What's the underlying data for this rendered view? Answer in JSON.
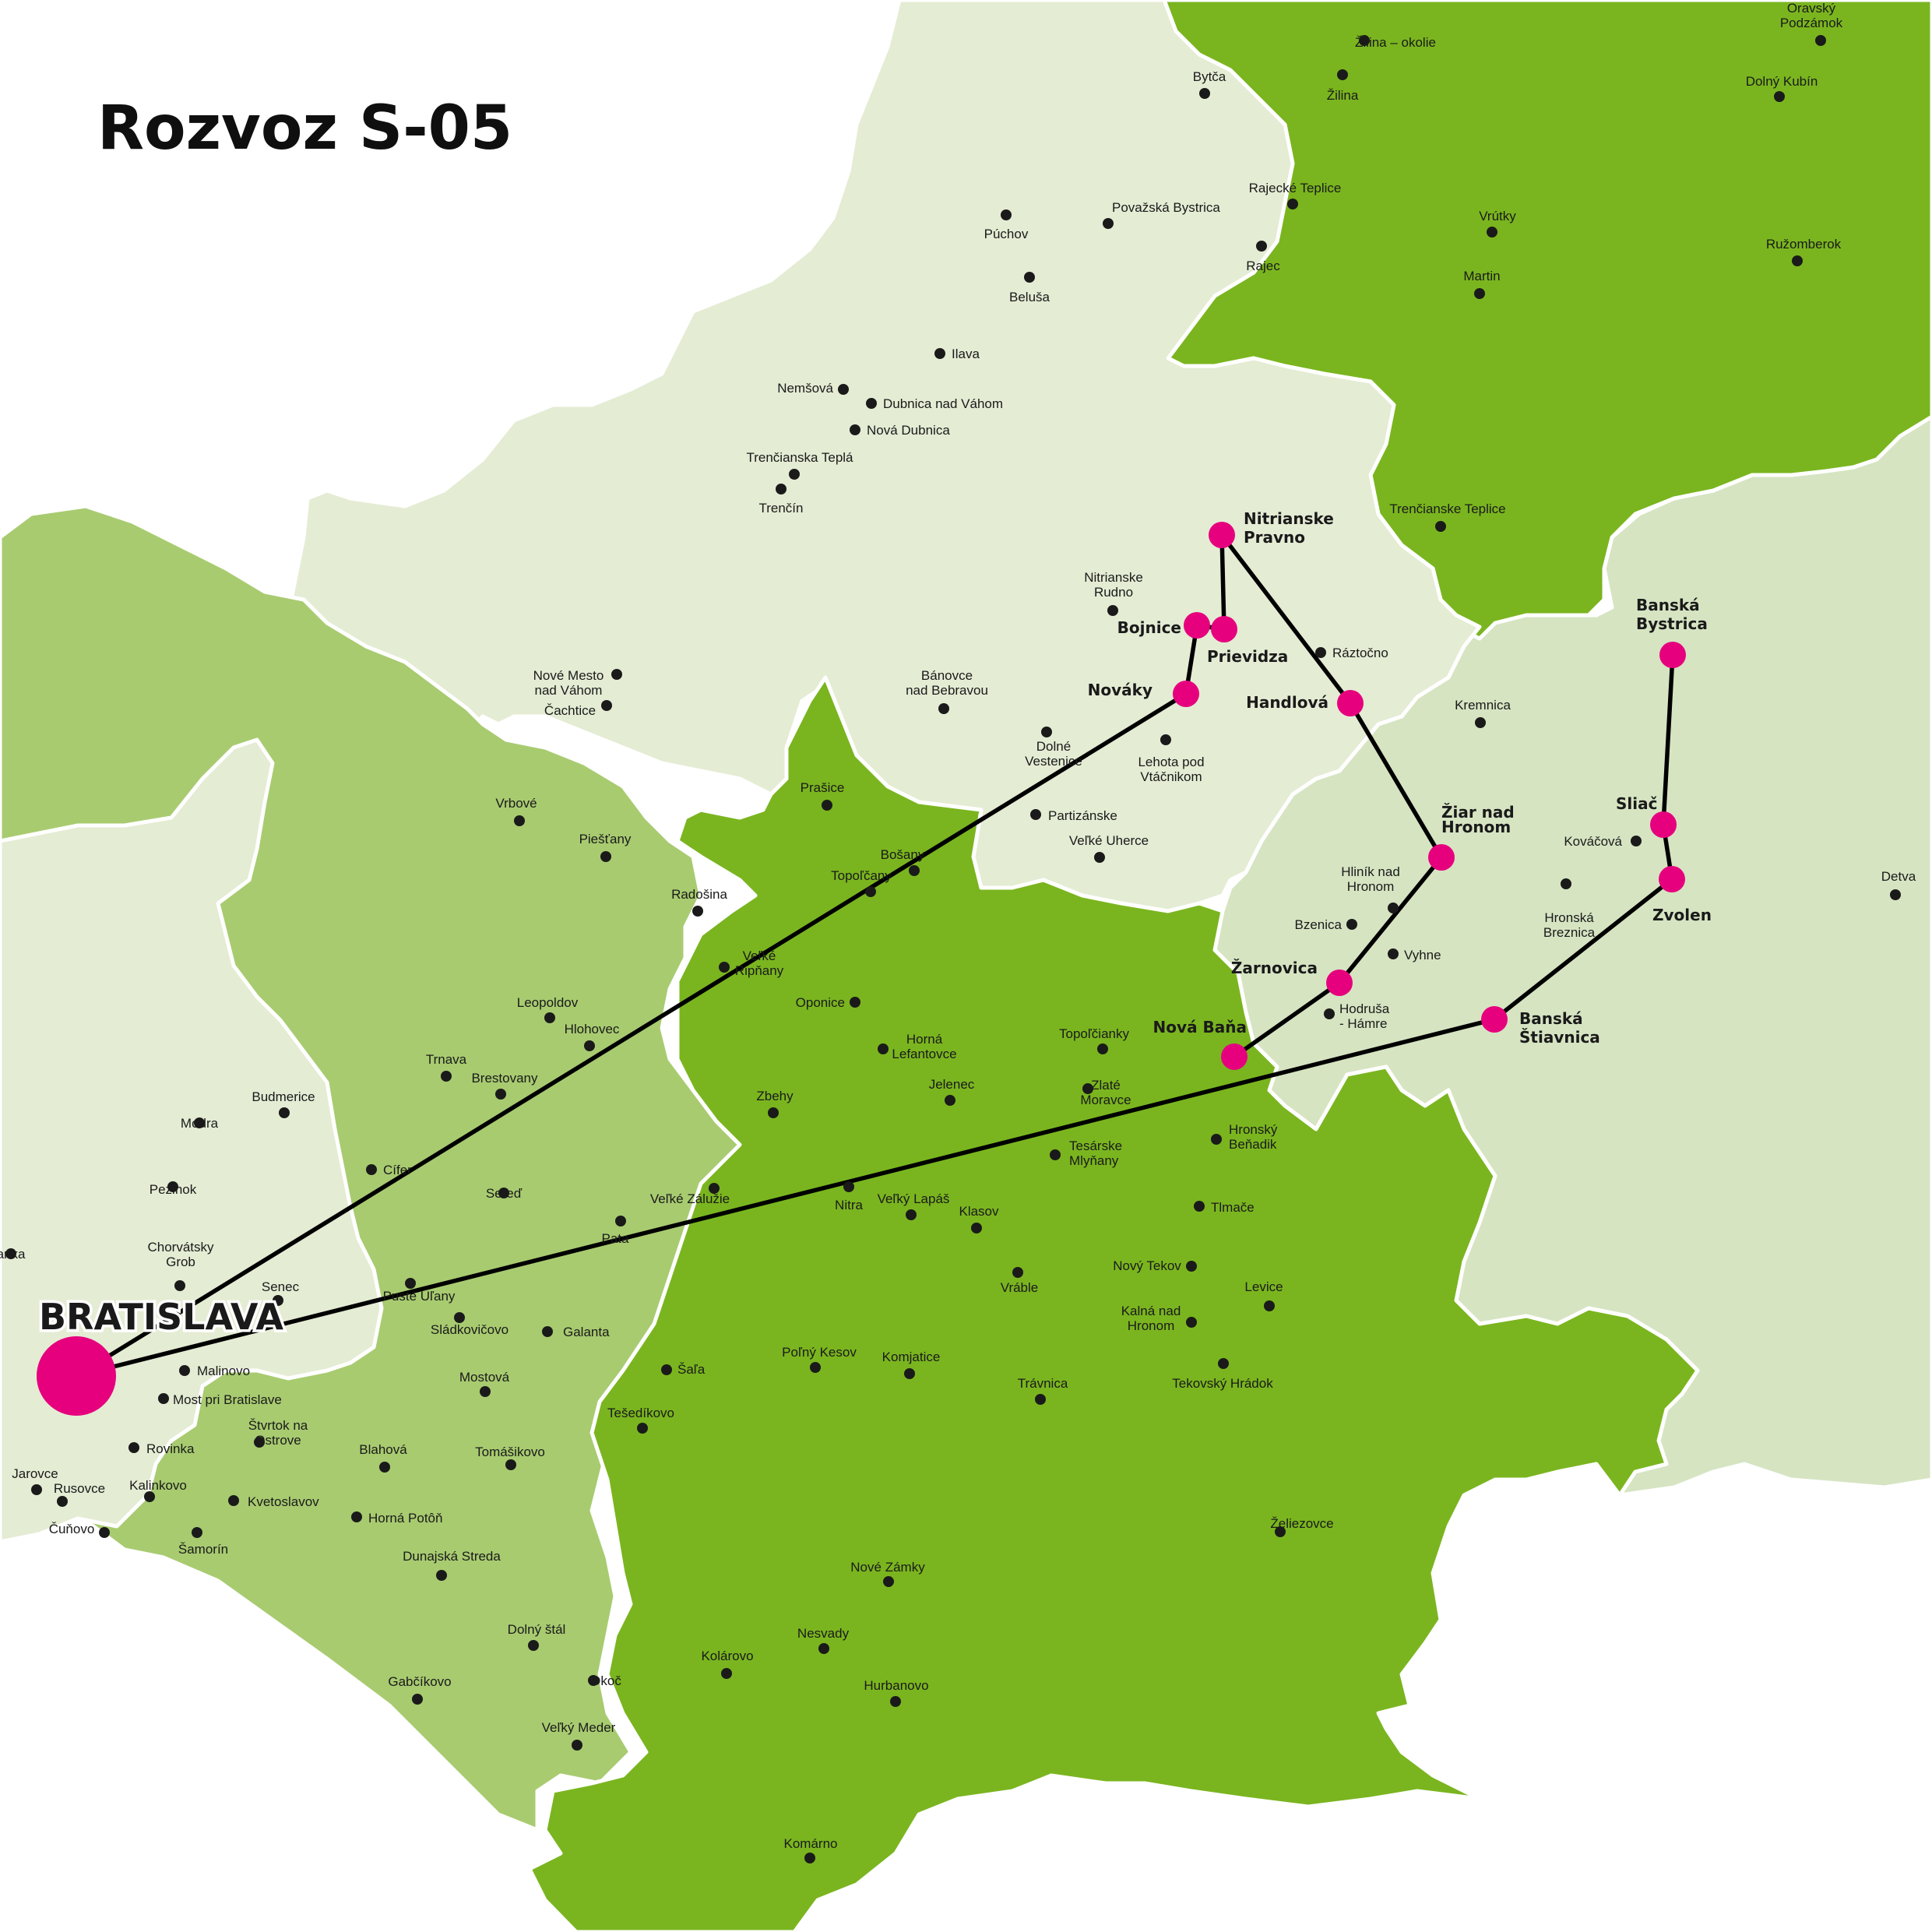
{
  "title": "Rozvoz S-05",
  "colors": {
    "light": "#e4ecd4",
    "pale": "#d6e4c2",
    "mid": "#a8cb70",
    "dark": "#7ab51f",
    "stop": "#e6007e",
    "route": "#000000"
  },
  "hub": {
    "name": "BRATISLAVA"
  },
  "stops": [
    {
      "name": "Nitrianske Pravno",
      "lines": [
        "Nitrianske",
        "Pravno"
      ]
    },
    {
      "name": "Bojnice",
      "lines": [
        "Bojnice"
      ]
    },
    {
      "name": "Prievidza",
      "lines": [
        "Prievidza"
      ]
    },
    {
      "name": "Nováky",
      "lines": [
        "Nováky"
      ]
    },
    {
      "name": "Handlová",
      "lines": [
        "Handlová"
      ]
    },
    {
      "name": "Žiar nad Hronom",
      "lines": [
        "Žiar nad",
        "Hronom"
      ]
    },
    {
      "name": "Žarnovica",
      "lines": [
        "Žarnovica"
      ]
    },
    {
      "name": "Nová Baňa",
      "lines": [
        "Nová Baňa"
      ]
    },
    {
      "name": "Banská Štiavnica",
      "lines": [
        "Banská",
        "Štiavnica"
      ]
    },
    {
      "name": "Zvolen",
      "lines": [
        "Zvolen"
      ]
    },
    {
      "name": "Sliač",
      "lines": [
        "Sliač"
      ]
    },
    {
      "name": "Banská Bystrica",
      "lines": [
        "Banská",
        "Bystrica"
      ]
    }
  ],
  "route": {
    "legs": [
      [
        "BRATISLAVA",
        "Nováky",
        "Bojnice",
        "Prievidza",
        "Nitrianske Pravno",
        "Handlová",
        "Žiar nad Hronom",
        "Žarnovica",
        "Nová Baňa"
      ],
      [
        "BRATISLAVA",
        "Banská Štiavnica",
        "Zvolen",
        "Sliač",
        "Banská Bystrica"
      ]
    ]
  },
  "towns": [
    {
      "lines": [
        "Oravský",
        "Podzámok"
      ]
    },
    {
      "lines": [
        "Žilina – okolie"
      ]
    },
    {
      "lines": [
        "Žilina"
      ]
    },
    {
      "lines": [
        "Bytča"
      ]
    },
    {
      "lines": [
        "Dolný Kubín"
      ]
    },
    {
      "lines": [
        "Považská Bystrica"
      ]
    },
    {
      "lines": [
        "Púchov"
      ]
    },
    {
      "lines": [
        "Rajecké Teplice"
      ]
    },
    {
      "lines": [
        "Rajec"
      ]
    },
    {
      "lines": [
        "Vrútky"
      ]
    },
    {
      "lines": [
        "Martin"
      ]
    },
    {
      "lines": [
        "Ružomberok"
      ]
    },
    {
      "lines": [
        "Beluša"
      ]
    },
    {
      "lines": [
        "Ilava"
      ]
    },
    {
      "lines": [
        "Nemšová"
      ]
    },
    {
      "lines": [
        "Dubnica nad Váhom"
      ]
    },
    {
      "lines": [
        "Nová Dubnica"
      ]
    },
    {
      "lines": [
        "Trenčianska Teplá"
      ]
    },
    {
      "lines": [
        "Trenčín"
      ]
    },
    {
      "lines": [
        "Trenčianske Teplice"
      ]
    },
    {
      "lines": [
        "Nitrianske",
        "Rudno"
      ]
    },
    {
      "lines": [
        "Ráztočno"
      ]
    },
    {
      "lines": [
        "Nové Mesto",
        "nad Váhom"
      ]
    },
    {
      "lines": [
        "Čachtice"
      ]
    },
    {
      "lines": [
        "Bánovce",
        "nad Bebravou"
      ]
    },
    {
      "lines": [
        "Kremnica"
      ]
    },
    {
      "lines": [
        "Dolné",
        "Vestenice"
      ]
    },
    {
      "lines": [
        "Lehota pod",
        "Vtáčnikom"
      ]
    },
    {
      "lines": [
        "Partizánske"
      ]
    },
    {
      "lines": [
        "Veľké Uherce"
      ]
    },
    {
      "lines": [
        "Kováčová"
      ]
    },
    {
      "lines": [
        "Hronská",
        "Breznica"
      ]
    },
    {
      "lines": [
        "Detva"
      ]
    },
    {
      "lines": [
        "Hliník nad",
        "Hronom"
      ]
    },
    {
      "lines": [
        "Bzenica"
      ]
    },
    {
      "lines": [
        "Vyhne"
      ]
    },
    {
      "lines": [
        "Hodruša",
        "- Hámre"
      ]
    },
    {
      "lines": [
        "Vrbové"
      ]
    },
    {
      "lines": [
        "Prašice"
      ]
    },
    {
      "lines": [
        "Piešťany"
      ]
    },
    {
      "lines": [
        "Bošany"
      ]
    },
    {
      "lines": [
        "Topoľčany"
      ]
    },
    {
      "lines": [
        "Radošina"
      ]
    },
    {
      "lines": [
        "Veľké",
        "Ripňany"
      ]
    },
    {
      "lines": [
        "Oponice"
      ]
    },
    {
      "lines": [
        "Leopoldov"
      ]
    },
    {
      "lines": [
        "Hlohovec"
      ]
    },
    {
      "lines": [
        "Trnava"
      ]
    },
    {
      "lines": [
        "Brestovany"
      ]
    },
    {
      "lines": [
        "Horná",
        "Lefantovce"
      ]
    },
    {
      "lines": [
        "Topoľčianky"
      ]
    },
    {
      "lines": [
        "Jelenec"
      ]
    },
    {
      "lines": [
        "Zlaté",
        "Moravce"
      ]
    },
    {
      "lines": [
        "Zbehy"
      ]
    },
    {
      "lines": [
        "Budmerice"
      ]
    },
    {
      "lines": [
        "Modra"
      ]
    },
    {
      "lines": [
        "Cífer"
      ]
    },
    {
      "lines": [
        "Hronský",
        "Beňadik"
      ]
    },
    {
      "lines": [
        "Tesárske",
        "Mlyňany"
      ]
    },
    {
      "lines": [
        "Pezinok"
      ]
    },
    {
      "lines": [
        "Sereď"
      ]
    },
    {
      "lines": [
        "Veľké Zálužie"
      ]
    },
    {
      "lines": [
        "Nitra"
      ]
    },
    {
      "lines": [
        "Veľký Lapáš"
      ]
    },
    {
      "lines": [
        "Klasov"
      ]
    },
    {
      "lines": [
        "Tlmače"
      ]
    },
    {
      "lines": [
        "Chorvátsky",
        "Grob"
      ]
    },
    {
      "lines": [
        "Pata"
      ]
    },
    {
      "lines": [
        "anka"
      ]
    },
    {
      "lines": [
        "Vráble"
      ]
    },
    {
      "lines": [
        "Nový Tekov"
      ]
    },
    {
      "lines": [
        "Levice"
      ]
    },
    {
      "lines": [
        "Senec"
      ]
    },
    {
      "lines": [
        "Pusté Úľany"
      ]
    },
    {
      "lines": [
        "Kalná nad",
        "Hronom"
      ]
    },
    {
      "lines": [
        "Sládkovičovo"
      ]
    },
    {
      "lines": [
        "Galanta"
      ]
    },
    {
      "lines": [
        "Malinovo"
      ]
    },
    {
      "lines": [
        "Šaľa"
      ]
    },
    {
      "lines": [
        "Poľný Kesov"
      ]
    },
    {
      "lines": [
        "Komjatice"
      ]
    },
    {
      "lines": [
        "Tekovský Hrádok"
      ]
    },
    {
      "lines": [
        "Mostová"
      ]
    },
    {
      "lines": [
        "Most pri Bratislave"
      ]
    },
    {
      "lines": [
        "Trávnica"
      ]
    },
    {
      "lines": [
        "Tešedíkovo"
      ]
    },
    {
      "lines": [
        "Štvrtok na",
        "Ostrove"
      ]
    },
    {
      "lines": [
        "Rovinka"
      ]
    },
    {
      "lines": [
        "Blahová"
      ]
    },
    {
      "lines": [
        "Tomášikovo"
      ]
    },
    {
      "lines": [
        "Jarovce"
      ]
    },
    {
      "lines": [
        "Rusovce"
      ]
    },
    {
      "lines": [
        "Kalinkovo"
      ]
    },
    {
      "lines": [
        "Kvetoslavov"
      ]
    },
    {
      "lines": [
        "Horná Potôň"
      ]
    },
    {
      "lines": [
        "Čuňovo"
      ]
    },
    {
      "lines": [
        "Želiezovce"
      ]
    },
    {
      "lines": [
        "Šamorín"
      ]
    },
    {
      "lines": [
        "Dunajská Streda"
      ]
    },
    {
      "lines": [
        "Nové Zámky"
      ]
    },
    {
      "lines": [
        "Dolný štál"
      ]
    },
    {
      "lines": [
        "Nesvady"
      ]
    },
    {
      "lines": [
        "Kolárovo"
      ]
    },
    {
      "lines": [
        "Gabčíkovo"
      ]
    },
    {
      "lines": [
        "Okoč"
      ]
    },
    {
      "lines": [
        "Hurbanovo"
      ]
    },
    {
      "lines": [
        "Veľký Meder"
      ]
    },
    {
      "lines": [
        "Komárno"
      ]
    }
  ]
}
